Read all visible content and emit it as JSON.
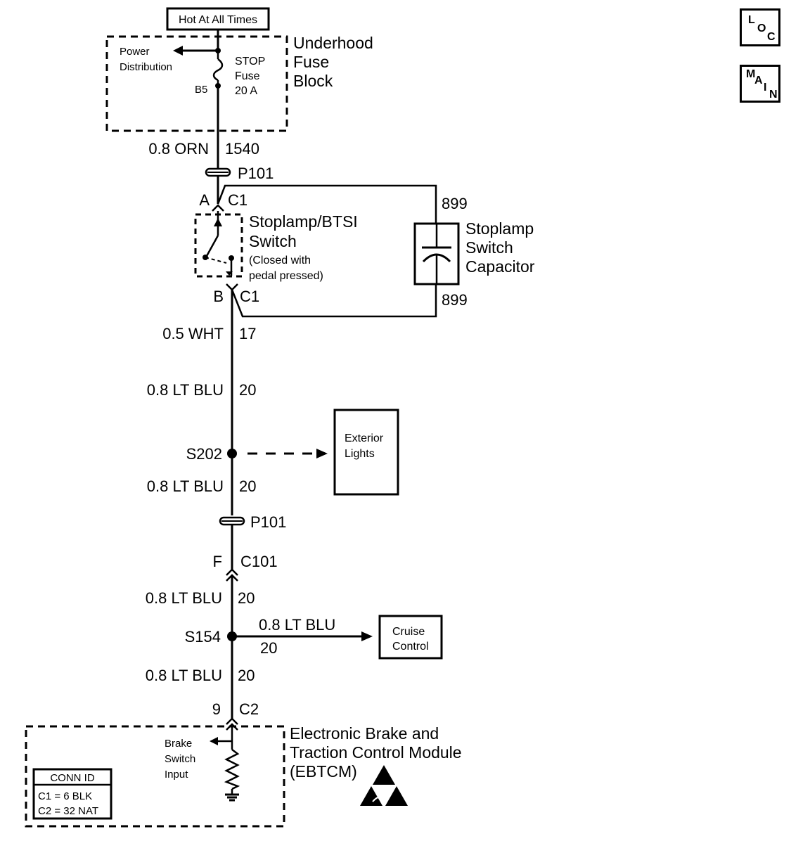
{
  "power": {
    "hot_label": "Hot At All Times",
    "fuse_block_line1": "Underhood",
    "fuse_block_line2": "Fuse",
    "fuse_block_line3": "Block",
    "power_dist_line1": "Power",
    "power_dist_line2": "Distribution",
    "fuse_name_line1": "STOP",
    "fuse_name_line2": "Fuse",
    "fuse_rating": "20 A",
    "fuse_terminal": "B5"
  },
  "wires": {
    "w1_gauge_color": "0.8 ORN",
    "w1_circuit": "1540",
    "w2_gauge_color": "0.5 WHT",
    "w2_circuit": "17",
    "w3_gauge_color": "0.8 LT BLU",
    "w3_circuit": "20",
    "w4_gauge_color": "0.8 LT BLU",
    "w4_circuit": "20",
    "w5_gauge_color": "0.8 LT BLU",
    "w5_circuit": "20",
    "w6_gauge_color": "0.8 LT BLU",
    "w6_circuit": "20",
    "cruise_gauge_color": "0.8 LT BLU",
    "cruise_circuit": "20",
    "cap_circuit_top": "899",
    "cap_circuit_bottom": "899"
  },
  "connectors": {
    "p101_top": "P101",
    "p101_bottom": "P101",
    "switch_pin_a": "A",
    "switch_conn_top": "C1",
    "switch_pin_b": "B",
    "switch_conn_bottom": "C1",
    "inline_pin": "F",
    "inline_conn": "C101",
    "module_pin": "9",
    "module_conn": "C2"
  },
  "splices": {
    "s202": "S202",
    "s154": "S154"
  },
  "components": {
    "switch_line1": "Stoplamp/BTSI",
    "switch_line2": "Switch",
    "switch_note1": "(Closed with",
    "switch_note2": "pedal pressed)",
    "capacitor_line1": "Stoplamp",
    "capacitor_line2": "Switch",
    "capacitor_line3": "Capacitor",
    "exterior_line1": "Exterior",
    "exterior_line2": "Lights",
    "cruise_line1": "Cruise",
    "cruise_line2": "Control",
    "module_line1": "Electronic Brake and",
    "module_line2": "Traction Control Module",
    "module_line3": "(EBTCM)",
    "input_line1": "Brake",
    "input_line2": "Switch",
    "input_line3": "Input"
  },
  "conn_id": {
    "title": "CONN ID",
    "row1": "C1 = 6 BLK",
    "row2": "C2 = 32 NAT"
  },
  "nav": {
    "loc_letters": [
      "L",
      "O",
      "C"
    ],
    "main_letters": [
      "M",
      "A",
      "I",
      "N"
    ]
  }
}
